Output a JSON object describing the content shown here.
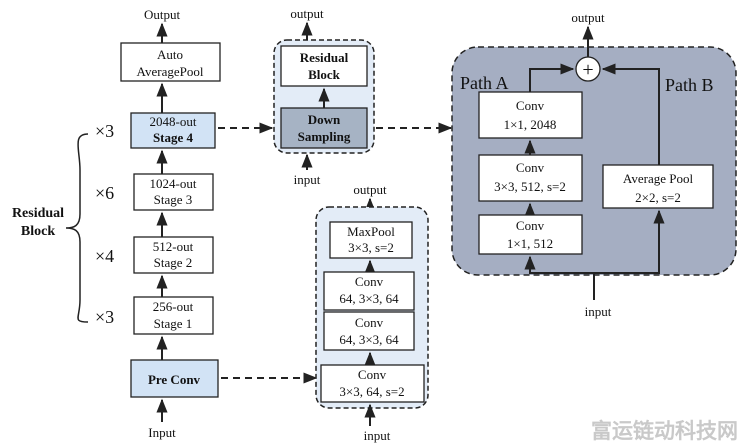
{
  "main_column": {
    "output": "Output",
    "input": "Input",
    "avgpool": [
      "Auto",
      "AveragePool"
    ],
    "stage4": [
      "2048-out",
      "Stage 4"
    ],
    "stage3": [
      "1024-out",
      "Stage 3"
    ],
    "stage2": [
      "512-out",
      "Stage 2"
    ],
    "stage1": [
      "256-out",
      "Stage 1"
    ],
    "preconv": "Pre Conv",
    "multipliers": [
      "×3",
      "×6",
      "×4",
      "×3"
    ],
    "side_label": [
      "Residual",
      "Block"
    ]
  },
  "residual_panel": {
    "output": "output",
    "input": "input",
    "block": [
      "Residual",
      "Block"
    ],
    "down": [
      "Down",
      "Sampling"
    ]
  },
  "preconv_panel": {
    "output": "output",
    "input": "input",
    "maxpool": [
      "MaxPool",
      "3×3, s=2"
    ],
    "conv_a": [
      "Conv",
      "64, 3×3, 64"
    ],
    "conv_b": [
      "Conv",
      "64, 3×3, 64"
    ],
    "conv_c": [
      "Conv",
      "3×3, 64,  s=2"
    ]
  },
  "downsample_panel": {
    "output": "output",
    "input": "input",
    "plus": "+",
    "path_a": "Path A",
    "path_b": "Path B",
    "conv_top": [
      "Conv",
      "1×1, 2048"
    ],
    "conv_mid": [
      "Conv",
      "3×3, 512, s=2"
    ],
    "conv_bot": [
      "Conv",
      "1×1, 512"
    ],
    "avg_pool": [
      "Average Pool",
      "2×2, s=2"
    ]
  },
  "watermark": "富运链动科技网",
  "colors": {
    "highlight_fill": "#d2e3f5",
    "panel_fill": "#e3ecf7",
    "big_panel_fill": "#a5aec2",
    "down_fill": "#a6b3c4",
    "stroke": "#222222"
  }
}
